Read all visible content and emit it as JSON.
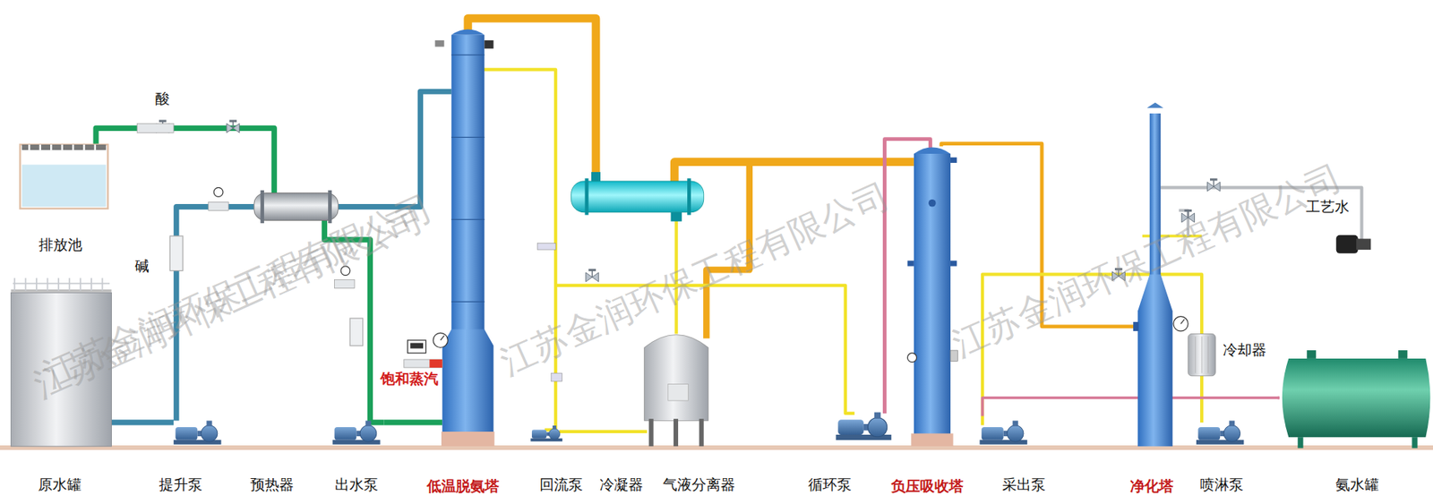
{
  "diagram": {
    "labels": [
      "酸",
      "排放池",
      "碱",
      "饱和蒸汽",
      "冷却器",
      "工艺水",
      "原水罐",
      "提升泵",
      "预热器",
      "出水泵",
      "低温脱氨塔",
      "回流泵",
      "冷凝器",
      "气液分离器",
      "循环泵",
      "负压吸收塔",
      "采出泵",
      "净化塔",
      "喷淋泵",
      "氨水罐",
      "江苏金润环保工程有限公司",
      "江苏金润环保工程有限公司",
      "江苏金润环保工程有限公司",
      "江苏金润环保工程有限公司"
    ]
  }
}
